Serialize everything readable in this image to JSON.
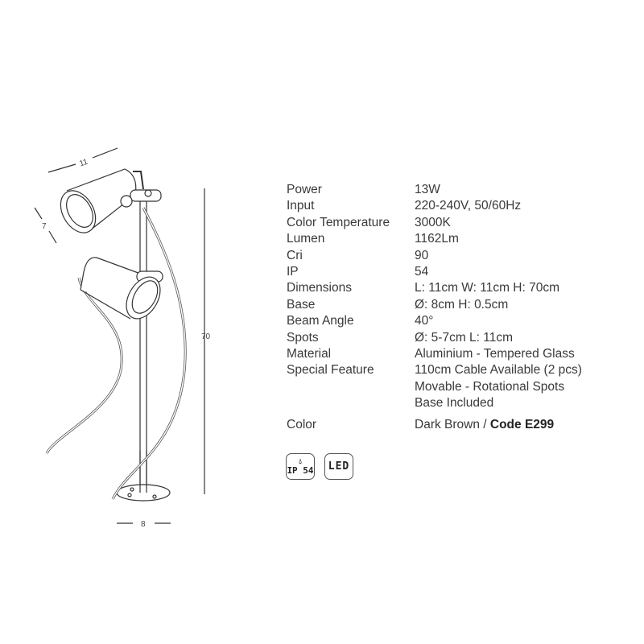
{
  "drawing": {
    "dimensions": {
      "width": "11",
      "diameter": "7",
      "height": "70",
      "base": "8"
    }
  },
  "specs": [
    {
      "label": "Power",
      "values": [
        "13W"
      ]
    },
    {
      "label": "Input",
      "values": [
        "220-240V, 50/60Hz"
      ]
    },
    {
      "label": "Color Temperature",
      "values": [
        "3000K"
      ]
    },
    {
      "label": "Lumen",
      "values": [
        "1162Lm"
      ]
    },
    {
      "label": "Cri",
      "values": [
        "90"
      ]
    },
    {
      "label": "IP",
      "values": [
        "54"
      ]
    },
    {
      "label": "Dimensions",
      "values": [
        "L: 11cm  W: 11cm  H: 70cm"
      ]
    },
    {
      "label": "Base",
      "values": [
        "Ø: 8cm  H: 0.5cm"
      ]
    },
    {
      "label": "Beam Angle",
      "values": [
        "40°"
      ]
    },
    {
      "label": "Spots",
      "values": [
        "Ø: 5-7cm  L: 11cm"
      ]
    },
    {
      "label": "Material",
      "values": [
        "Aluminium - Tempered Glass"
      ]
    },
    {
      "label": "Special Feature",
      "values": [
        "110cm Cable Available (2 pcs)",
        "Movable - Rotational Spots",
        "Base Included"
      ]
    }
  ],
  "color": {
    "label": "Color",
    "value": "Dark Brown / ",
    "code": "Code  E299"
  },
  "badges": {
    "ip": "IP 54",
    "ip_drop": "ó",
    "led": "LED"
  }
}
